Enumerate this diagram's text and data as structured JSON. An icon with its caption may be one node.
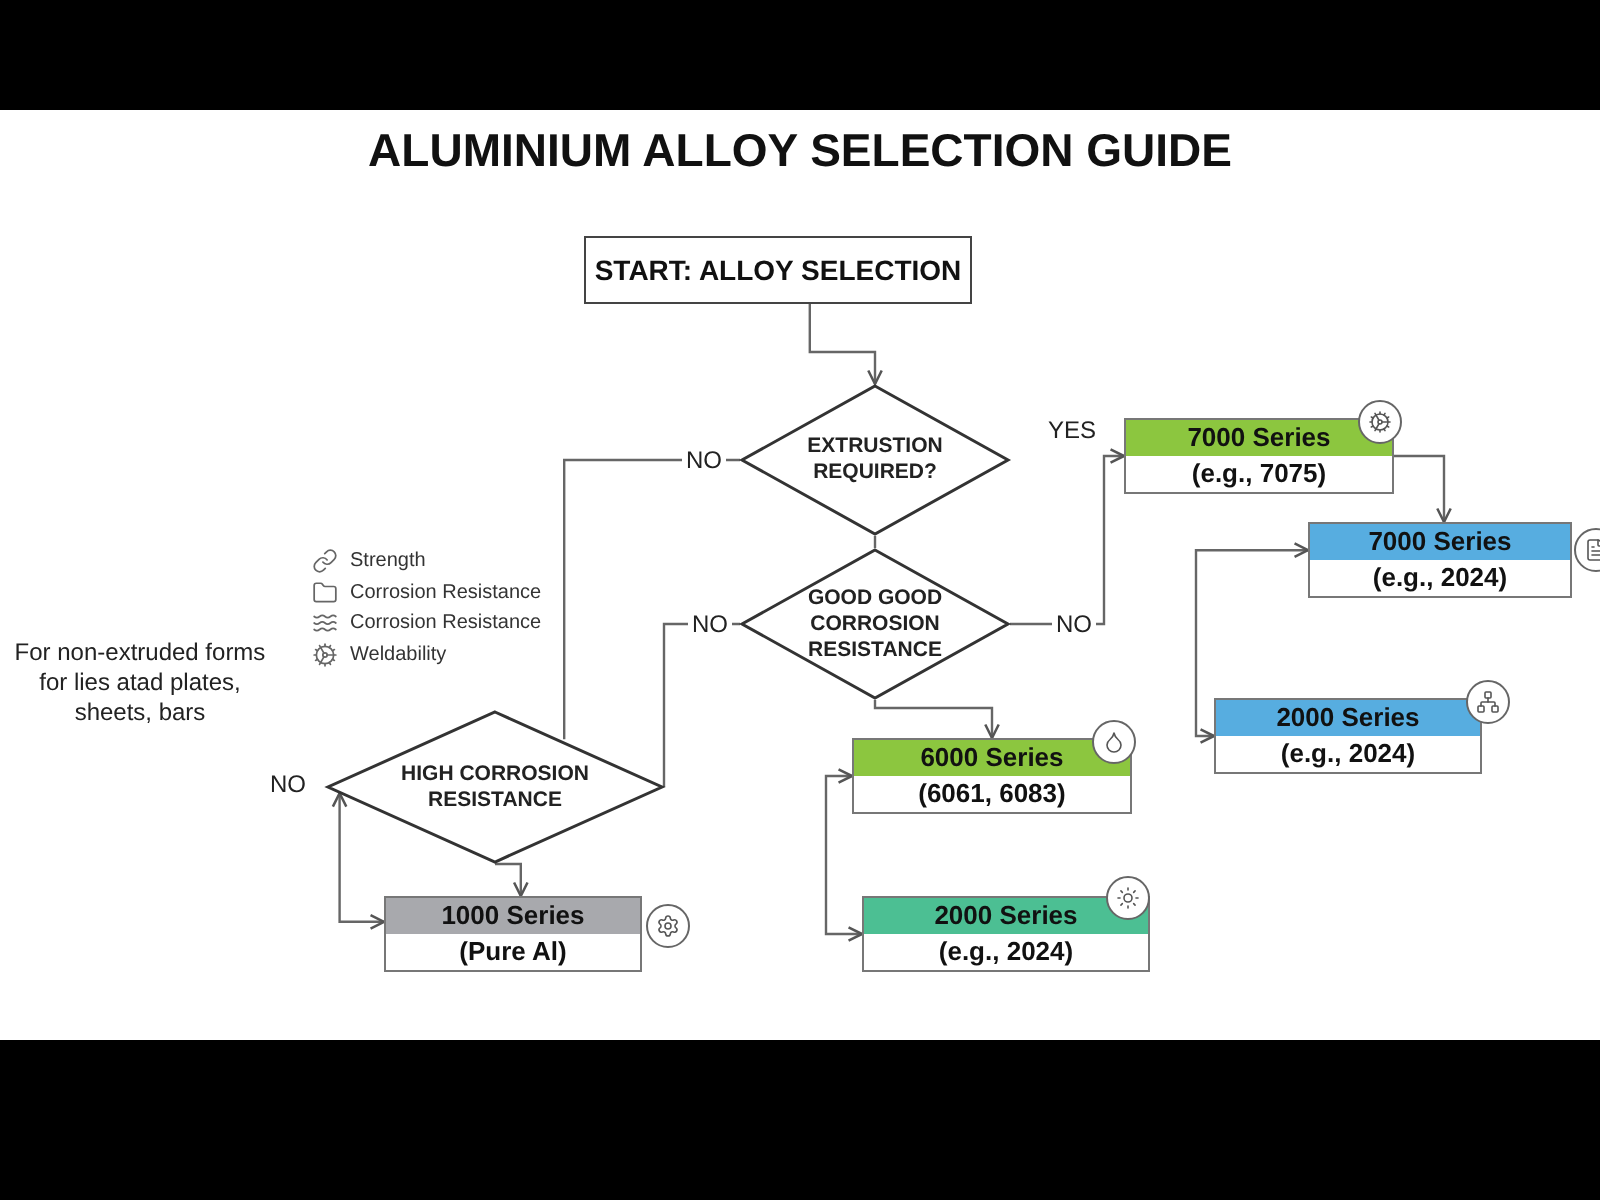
{
  "diagram": {
    "title": "ALUMINIUM ALLOY SELECTION GUIDE",
    "nodes": [
      {
        "text": [
          "START: ALLOY SELECTION"
        ]
      },
      {
        "text": [
          "EXTRUSTION REQUIRED?"
        ]
      },
      {
        "text": [
          "GOOD GOOD CORROSION RESISTANCE"
        ]
      },
      {
        "text": [
          "HIGH CORROSION RESISTANCE"
        ]
      },
      {
        "text": [
          "1000 Series",
          "(Pure Al)"
        ]
      },
      {
        "text": [
          "6000 Series",
          "(6061, 6083)"
        ]
      },
      {
        "text": [
          "2000 Series",
          "(e.g., 2024)"
        ]
      },
      {
        "text": [
          "7000 Series",
          "(e.g., 7075)"
        ]
      },
      {
        "text": [
          "7000 Series",
          "(e.g., 2024)"
        ]
      },
      {
        "text": [
          "2000 Series",
          "(e.g., 2024)"
        ]
      }
    ],
    "edges": [
      {
        "from": 0,
        "to": 1,
        "arrow": "to"
      },
      {
        "from": 1,
        "to": 2,
        "arrow": "none"
      },
      {
        "from": 1,
        "to": 3,
        "arrow": "none",
        "label": "NO"
      },
      {
        "from": 2,
        "to": 3,
        "arrow": "none",
        "label": "NO"
      },
      {
        "from": 2,
        "to": 5,
        "arrow": "to"
      },
      {
        "from": 2,
        "to": 7,
        "arrow": "to",
        "label": "NO"
      },
      {
        "from": 3,
        "to": 4,
        "arrow": "to"
      },
      {
        "from": 3,
        "to": 4,
        "arrow": "both",
        "label": "NO"
      },
      {
        "from": 5,
        "to": 6,
        "arrow": "both"
      },
      {
        "from": 7,
        "to": 8,
        "arrow": "to"
      },
      {
        "from": 9,
        "to": 8,
        "arrow": "both"
      }
    ],
    "labels": [
      "YES",
      "For non-extruded forms for lies atad plates, sheets, bars"
    ],
    "legend": [
      {
        "text": "Strength"
      },
      {
        "text": "Corrosion Resistance"
      },
      {
        "text": "Corrosion Resistance"
      },
      {
        "text": "Weldability"
      }
    ]
  }
}
